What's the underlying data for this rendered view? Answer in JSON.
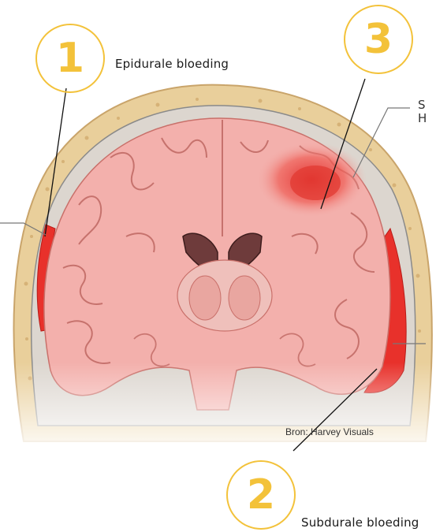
{
  "labels": {
    "epidural": "Epidurale bloeding",
    "subdural": "Subdurale bloeding",
    "credit": "Bron: Harvey Visuals",
    "edge_cut_1": "S",
    "edge_cut_2": "H"
  },
  "markers": [
    {
      "number": "1"
    },
    {
      "number": "2"
    },
    {
      "number": "3"
    }
  ],
  "colors": {
    "marker": "#f3c23a",
    "skull": "#e9cf9b",
    "brain": "#f3b0ac",
    "bleed": "#e8312b",
    "line": "#111111"
  }
}
